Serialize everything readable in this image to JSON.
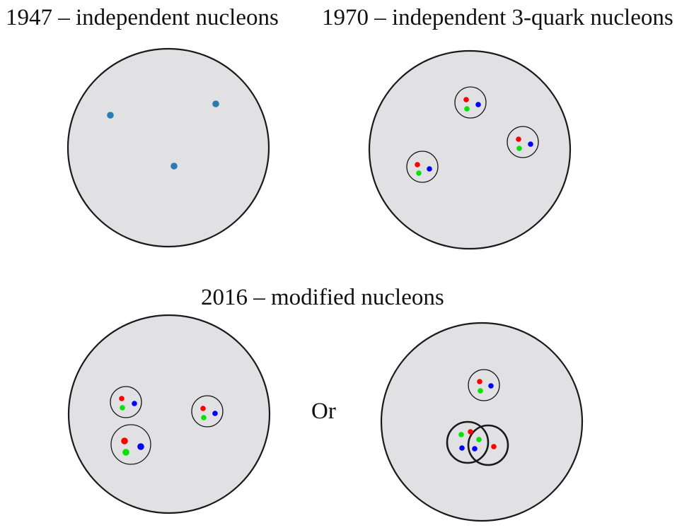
{
  "panels": {
    "top_left": {
      "caption": "1947 – independent nucleons"
    },
    "top_right": {
      "caption": "1970 – independent 3-quark nucleons"
    },
    "bottom": {
      "caption": "2016 – modified nucleons",
      "separator": "Or"
    }
  },
  "colors": {
    "nucleus_fill": "#e1e1e3",
    "outline": "#1a1a1a",
    "nucleon_dot": "#2a7bb0",
    "quark_red": "#ff0000",
    "quark_green": "#00e400",
    "quark_blue": "#0000ff"
  }
}
